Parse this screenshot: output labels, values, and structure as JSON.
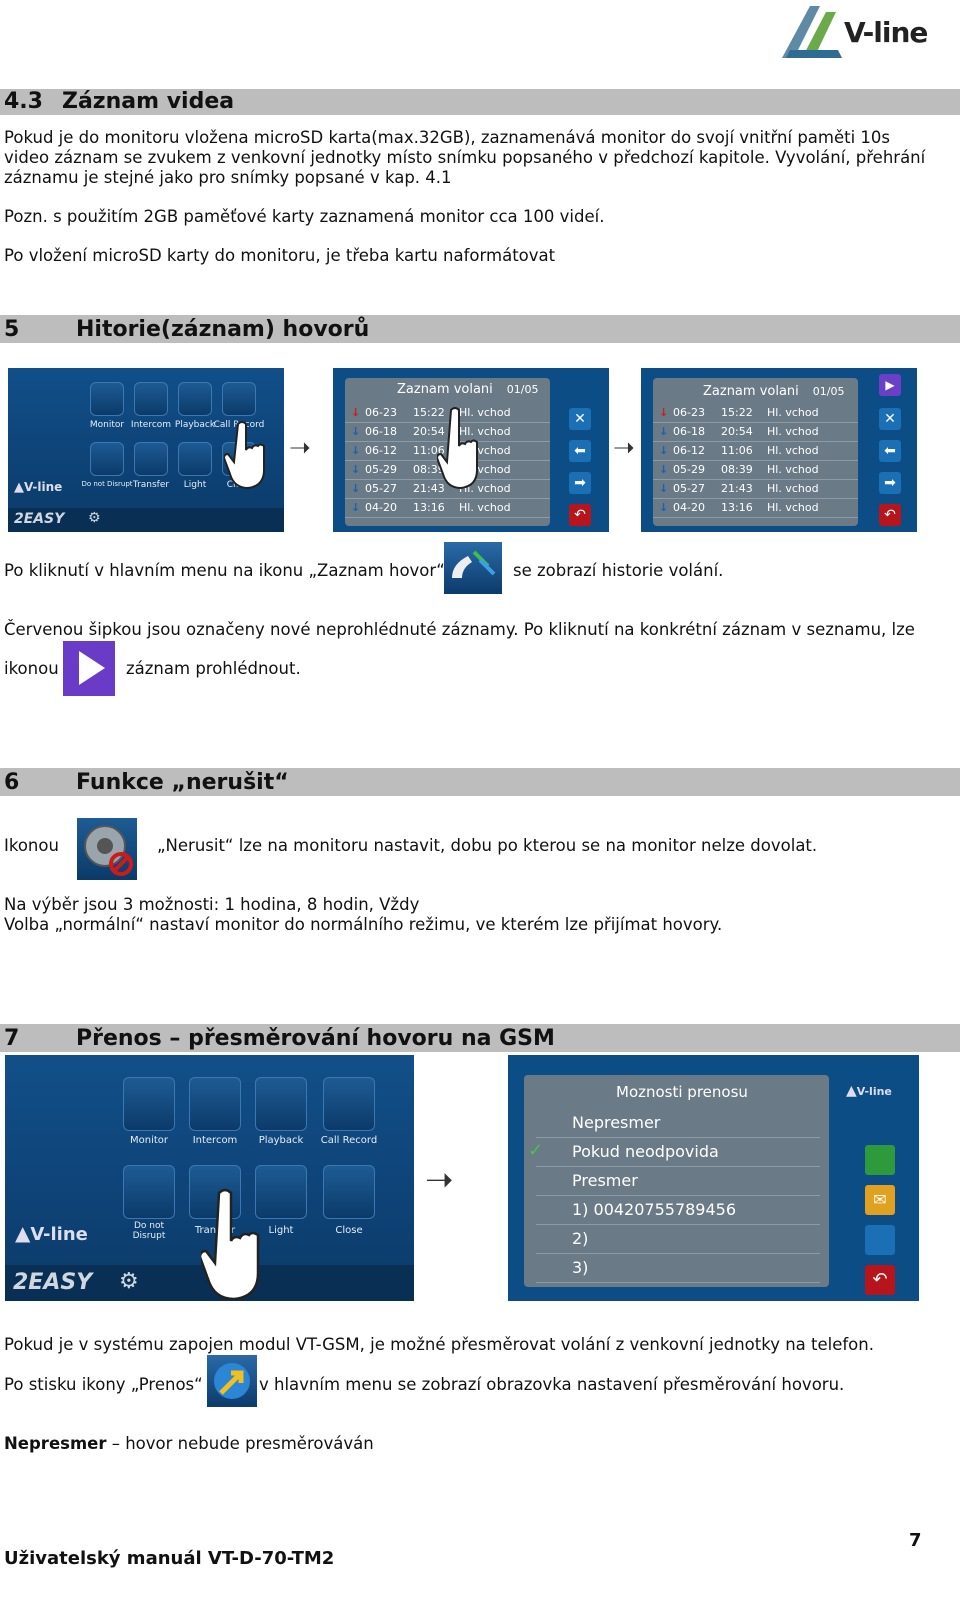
{
  "logo": {
    "text": "V-line"
  },
  "section_4_3": {
    "number": "4.3",
    "title": "Záznam videa",
    "p1_line1": "Pokud je do monitoru vložena microSD karta(max.32GB), zaznamenává monitor do svojí vnitřní paměti  10s",
    "p1_line2": "video záznam se zvukem z venkovní jednotky místo snímku popsaného v předchozí kapitole. Vyvolání, přehrání",
    "p1_line3": "záznamu je stejné jako pro snímky popsané  v kap. 4.1",
    "p2": "Pozn. s použitím 2GB paměťové karty zaznamená monitor cca 100 videí.",
    "p3": "Po vložení microSD karty do monitoru, je třeba kartu naformátovat"
  },
  "section_5": {
    "number": "5",
    "title": "Hitorie(záznam) hovorů",
    "menu_labels": [
      "Monitor",
      "Intercom",
      "Playback",
      "Call Record",
      "Do not Disrupt",
      "Transfer",
      "Light",
      "Close"
    ],
    "menu_brand": "2EASY",
    "list_title": "Zaznam volani",
    "list_page": "01/05",
    "list_rows": [
      {
        "date": "06-23",
        "time": "15:22",
        "type": "Hl. vchod"
      },
      {
        "date": "06-18",
        "time": "20:54",
        "type": "Hl. vchod"
      },
      {
        "date": "06-12",
        "time": "11:06",
        "type": "Hl. vchod"
      },
      {
        "date": "05-29",
        "time": "08:39",
        "type": "Hl. vchod"
      },
      {
        "date": "05-27",
        "time": "21:43",
        "type": "Hl. vchod"
      },
      {
        "date": "04-20",
        "time": "13:16",
        "type": "Hl. vchod"
      }
    ],
    "t1_a": "Po kliknutí v hlavním menu na ikonu „Zaznam hovor“",
    "t1_b": "se zobrazí historie volání.",
    "t2": "Červenou šipkou jsou označeny nové neprohlédnuté záznamy. Po kliknutí na konkrétní záznam v seznamu, lze",
    "t3_a": "ikonou",
    "t3_b": "záznam prohlédnout."
  },
  "section_6": {
    "number": "6",
    "title": "Funkce „nerušit“",
    "t1_a": "Ikonou",
    "t1_b": "„Nerusit“ lze na monitoru nastavit, dobu po kterou se na monitor nelze dovolat.",
    "t2": "Na výběr jsou 3 možnosti: 1 hodina, 8 hodin, Vždy",
    "t3": "Volba „normální“ nastaví monitor do normálního režimu, ve kterém lze přijímat hovory."
  },
  "section_7": {
    "number": "7",
    "title": "Přenos – přesměrování hovoru na GSM",
    "menu_labels": [
      "Monitor",
      "Intercom",
      "Playback",
      "Call Record",
      "Do not Disrupt",
      "Transfer",
      "Light",
      "Close"
    ],
    "menu_brand": "2EASY",
    "options_title": "Moznosti prenosu",
    "options": [
      "Nepresmer",
      "Pokud neodpovida",
      "Presmer",
      "1)  00420755789456",
      "2)",
      "3)"
    ],
    "t1": "Pokud je v systému zapojen modul VT-GSM, je možné přesměrovat volání z venkovní jednotky na telefon.",
    "t2_a": "Po stisku ikony „Prenos“",
    "t2_b": "v hlavním menu se zobrazí obrazovka nastavení přesměrování hovoru.",
    "t3_bold": "Nepresmer",
    "t3_rest": " – hovor nebude presměrováván"
  },
  "footer": {
    "page_number": "7",
    "manual": "Uživatelský manuál VT-D-70-TM2"
  }
}
